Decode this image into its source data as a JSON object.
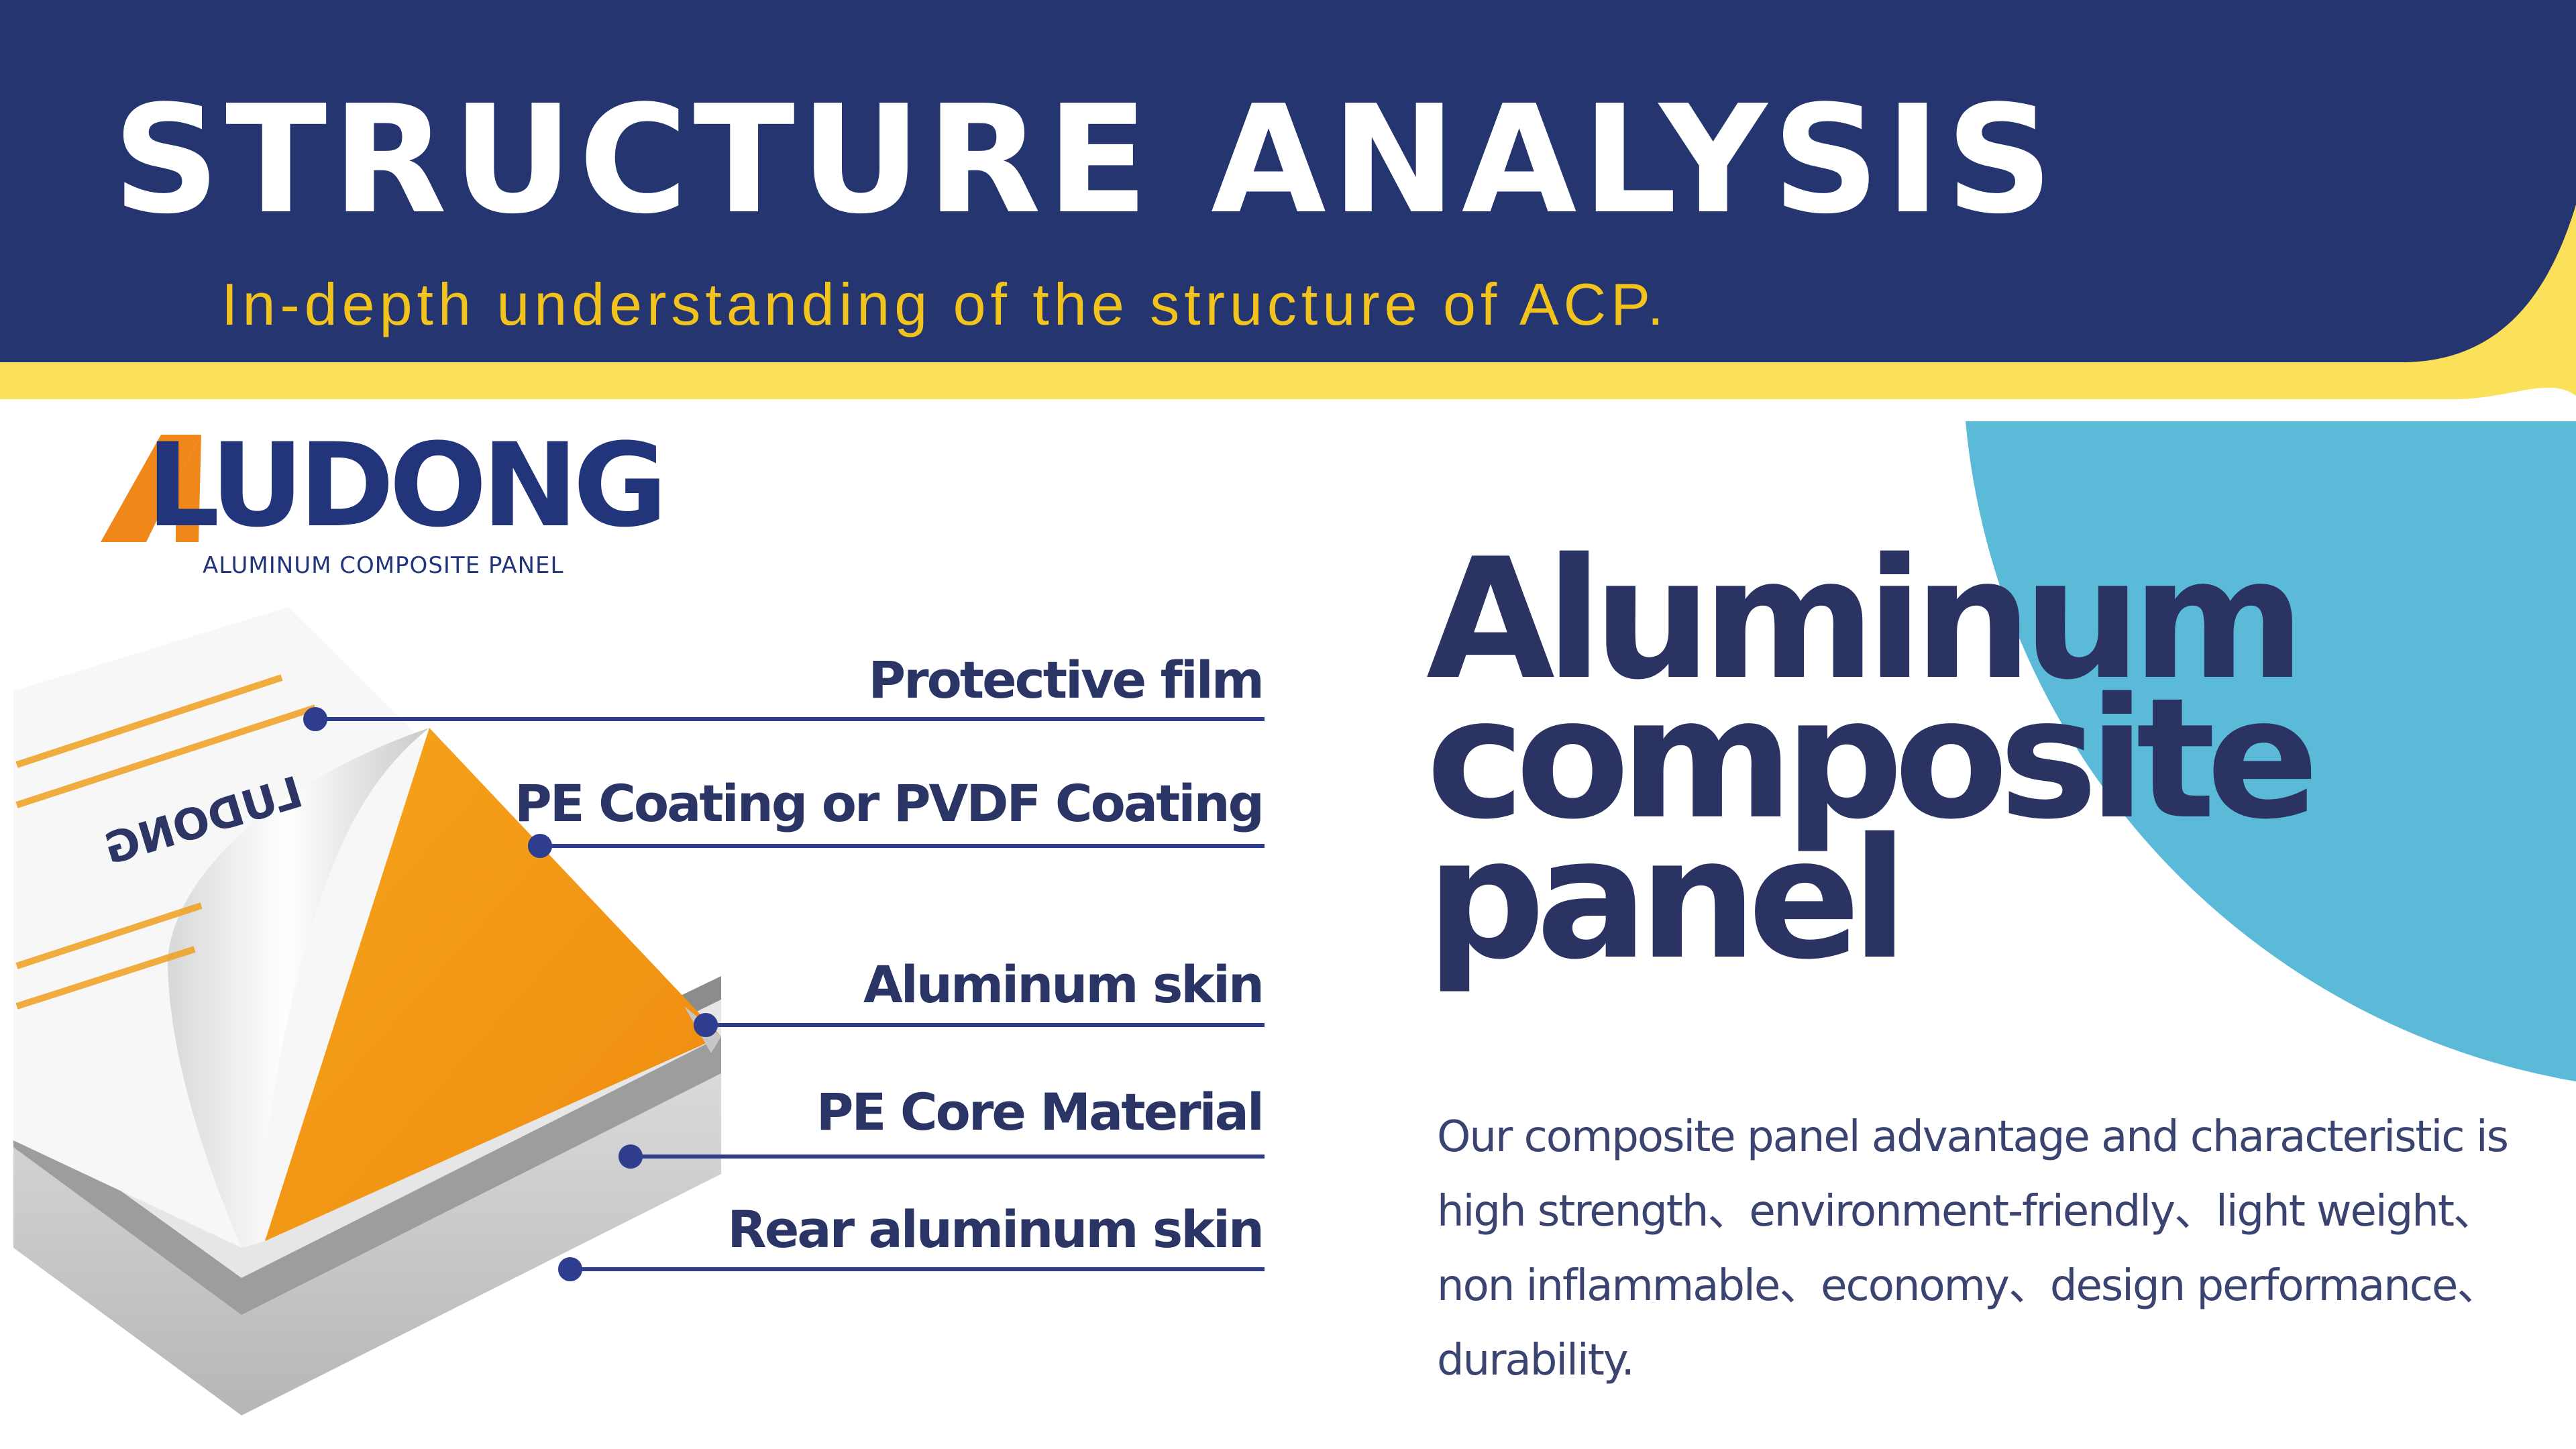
{
  "header": {
    "title": "STRUCTURE  ANALYSIS",
    "subtitle": "In-depth understanding of the structure of ACP."
  },
  "brand": {
    "name": "LUDONG",
    "tagline": "ALUMINUM COMPOSITE PANEL",
    "printed_mark": "LUDONG"
  },
  "layers": [
    {
      "label": "Protective film"
    },
    {
      "label": "PE Coating or PVDF Coating"
    },
    {
      "label": "Aluminum skin"
    },
    {
      "label": "PE Core Material"
    },
    {
      "label": "Rear aluminum skin"
    }
  ],
  "product": {
    "title_lines": [
      "Aluminum",
      "composite",
      "panel"
    ],
    "description": "Our composite panel advantage and characteristic is high strength、environment-friendly、light weight、non inflammable、economy、design performance、durability."
  },
  "colors": {
    "header_navy": "#24356f",
    "accent_yellow": "#fbe15a",
    "subtitle_gold": "#f3c31d",
    "panel_orange": "#f39214",
    "circle_blue": "#5bbad8",
    "text_navy": "#2b3363"
  },
  "icons": {
    "brand_logo": "aludong-a-logo-icon"
  }
}
